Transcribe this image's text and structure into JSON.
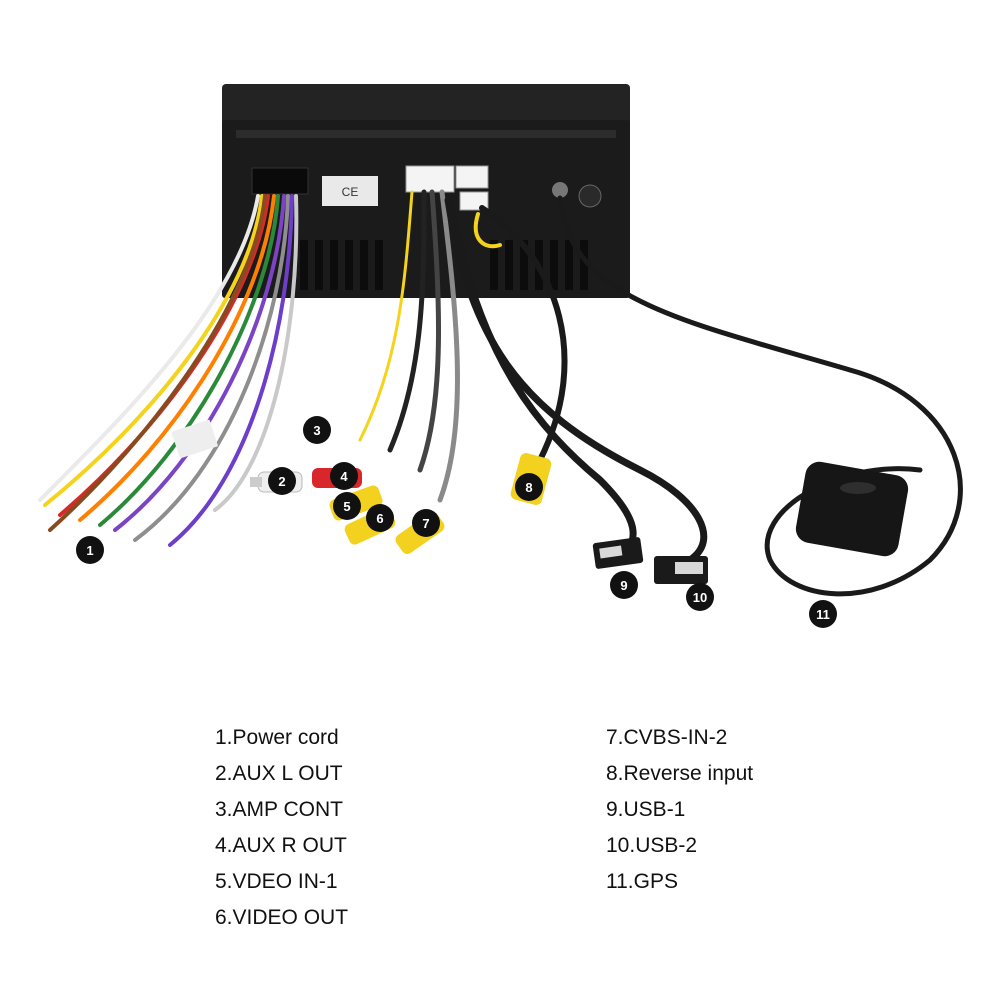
{
  "diagram": {
    "callouts": [
      "1",
      "2",
      "3",
      "4",
      "5",
      "6",
      "7",
      "8",
      "9",
      "10",
      "11"
    ],
    "stickers": {
      "ce_mark": "CE"
    }
  },
  "legend": {
    "left": [
      "1.Power cord",
      "2.AUX L OUT",
      "3.AMP CONT",
      "4.AUX R OUT",
      "5.VDEO IN-1",
      "6.VIDEO OUT"
    ],
    "right": [
      "7.CVBS-IN-2",
      "8.Reverse input",
      "9.USB-1",
      "10.USB-2",
      "11.GPS"
    ]
  },
  "colors": {
    "rca_yellow": "#f2d21e",
    "rca_red": "#d8262b",
    "rca_white": "#eeeeee",
    "unit_body": "#1b1b1b",
    "cable_black": "#1a1a1a"
  }
}
